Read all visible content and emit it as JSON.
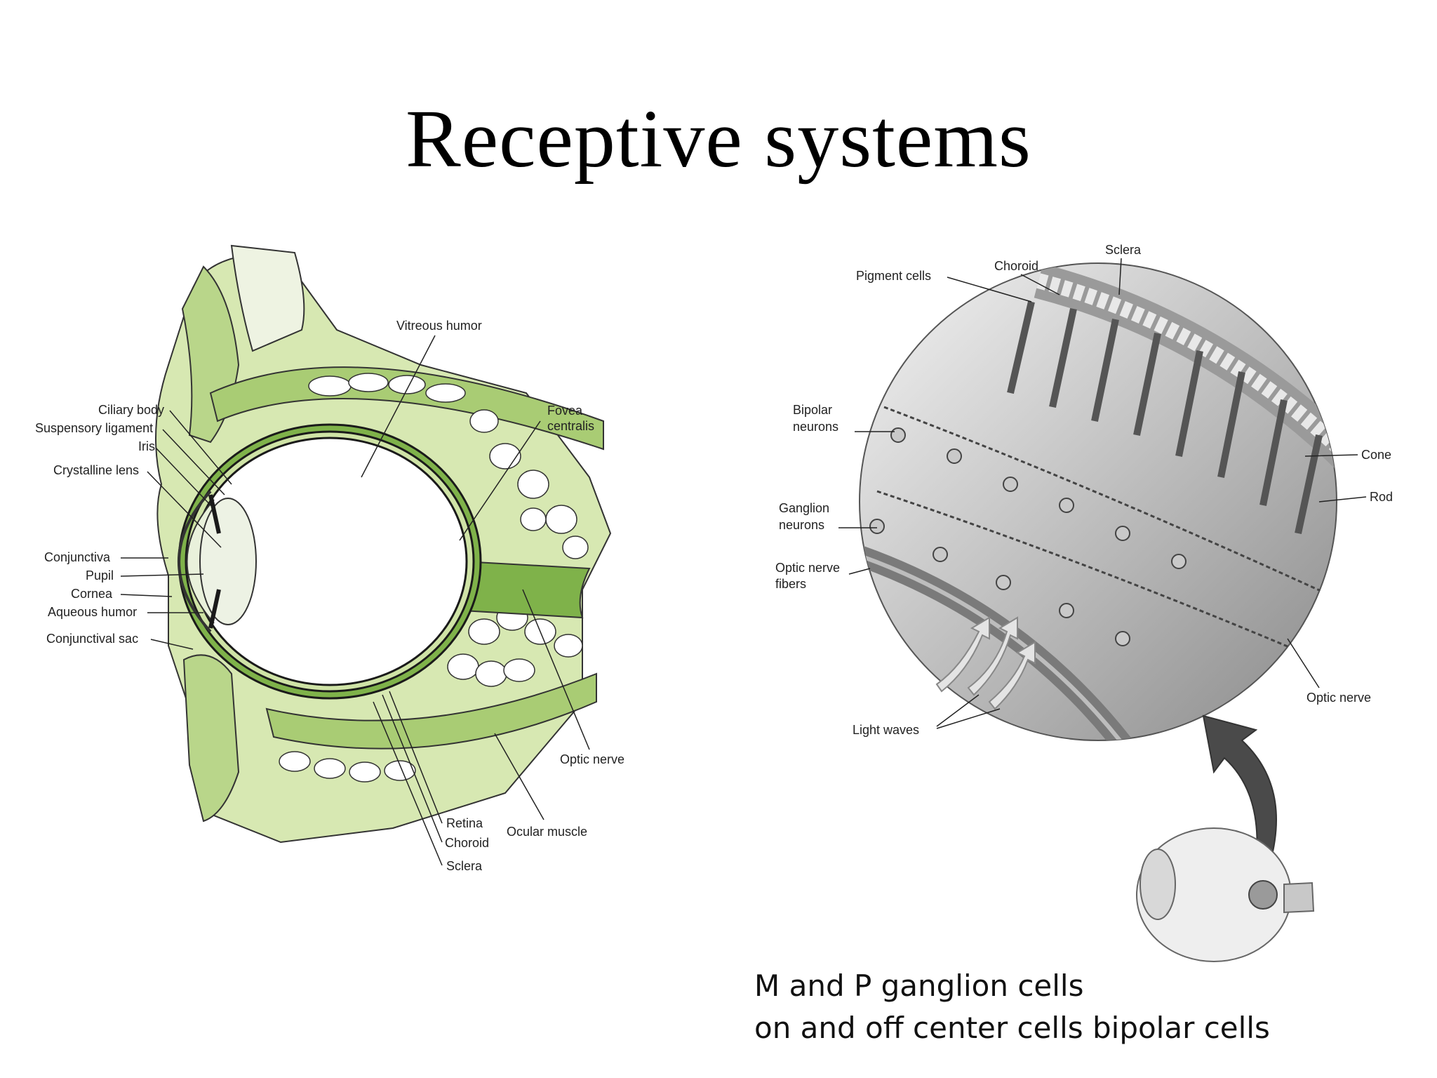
{
  "slide": {
    "title": "Receptive systems",
    "caption": [
      "M and P ganglion cells",
      "on and off center cells bipolar cells"
    ]
  },
  "eye_diagram": {
    "labels": {
      "vitreous_humor": "Vitreous humor",
      "ciliary_body": "Ciliary body",
      "suspensory_ligament": "Suspensory ligament",
      "iris": "Iris",
      "crystalline_lens": "Crystalline lens",
      "conjunctiva": "Conjunctiva",
      "pupil": "Pupil",
      "cornea": "Cornea",
      "aqueous_humor": "Aqueous humor",
      "conjunctival_sac": "Conjunctival sac",
      "fovea_line1": "Fovea",
      "fovea_line2": "centralis",
      "optic_nerve": "Optic nerve",
      "retina": "Retina",
      "choroid": "Choroid",
      "sclera": "Sclera",
      "ocular_muscle": "Ocular muscle"
    },
    "colors": {
      "tissue": "#cfe3a6",
      "tissue_dark": "#7fb24a",
      "outline": "#1a1a1a"
    }
  },
  "retina_diagram": {
    "labels": {
      "sclera": "Sclera",
      "choroid": "Choroid",
      "pigment_cells": "Pigment cells",
      "bipolar_line1": "Bipolar",
      "bipolar_line2": "neurons",
      "ganglion_line1": "Ganglion",
      "ganglion_line2": "neurons",
      "optic_fibers_line1": "Optic nerve",
      "optic_fibers_line2": "fibers",
      "cone": "Cone",
      "rod": "Rod",
      "optic_nerve": "Optic nerve",
      "light_waves": "Light waves"
    }
  }
}
